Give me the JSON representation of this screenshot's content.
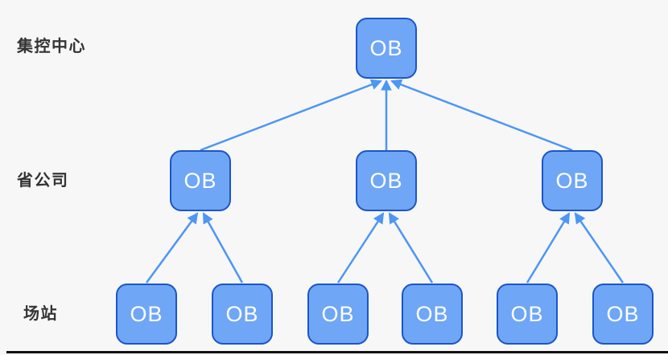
{
  "diagram": {
    "type": "tree",
    "direction": "arrows point upward from child level to parent level",
    "levels": [
      {
        "id": "center",
        "label": "集控中心",
        "nodes": [
          {
            "id": "c1",
            "label": "OB"
          }
        ]
      },
      {
        "id": "province",
        "label": "省公司",
        "nodes": [
          {
            "id": "p1",
            "label": "OB"
          },
          {
            "id": "p2",
            "label": "OB"
          },
          {
            "id": "p3",
            "label": "OB"
          }
        ]
      },
      {
        "id": "station",
        "label": "场站",
        "nodes": [
          {
            "id": "s1",
            "label": "OB"
          },
          {
            "id": "s2",
            "label": "OB"
          },
          {
            "id": "s3",
            "label": "OB"
          },
          {
            "id": "s4",
            "label": "OB"
          },
          {
            "id": "s5",
            "label": "OB"
          },
          {
            "id": "s6",
            "label": "OB"
          }
        ]
      }
    ],
    "edges": [
      {
        "from": "p1",
        "to": "c1"
      },
      {
        "from": "p2",
        "to": "c1"
      },
      {
        "from": "p3",
        "to": "c1"
      },
      {
        "from": "s1",
        "to": "p1"
      },
      {
        "from": "s2",
        "to": "p1"
      },
      {
        "from": "s3",
        "to": "p2"
      },
      {
        "from": "s4",
        "to": "p2"
      },
      {
        "from": "s5",
        "to": "p3"
      },
      {
        "from": "s6",
        "to": "p3"
      }
    ],
    "colors": {
      "node_fill": "#6FA6F6",
      "node_border": "#1A56C8",
      "node_text": "#FFFFFF",
      "arrow": "#4D96F3",
      "label_text": "#333333",
      "background": "#F7F7F8",
      "divider": "#111111"
    }
  }
}
